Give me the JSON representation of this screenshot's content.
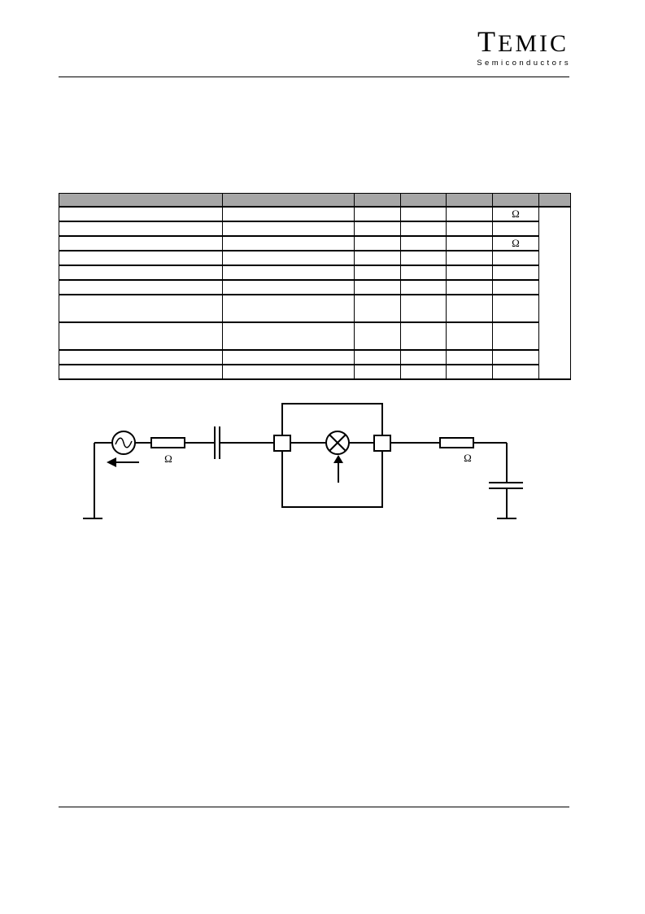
{
  "header": {
    "logo_initial": "T",
    "logo_rest": "EMIC",
    "logo_sub": "Semiconductors"
  },
  "table": {
    "headers": [
      "",
      "",
      "",
      "",
      "",
      "",
      ""
    ],
    "rows": [
      {
        "cells": [
          "",
          "",
          "",
          "",
          "",
          "Ω"
        ],
        "tall": false
      },
      {
        "cells": [
          "",
          "",
          "",
          "",
          "",
          ""
        ],
        "tall": false
      },
      {
        "cells": [
          "",
          "",
          "",
          "",
          "",
          "Ω"
        ],
        "tall": false
      },
      {
        "cells": [
          "",
          "",
          "",
          "",
          "",
          ""
        ],
        "tall": false
      },
      {
        "cells": [
          "",
          "",
          "",
          "",
          "",
          ""
        ],
        "tall": false
      },
      {
        "cells": [
          "",
          "",
          "",
          "",
          "",
          ""
        ],
        "tall": false
      },
      {
        "cells": [
          "",
          "",
          "",
          "",
          "",
          ""
        ],
        "tall": true
      },
      {
        "cells": [
          "",
          "",
          "",
          "",
          "",
          ""
        ],
        "tall": true
      },
      {
        "cells": [
          "",
          "",
          "",
          "",
          "",
          ""
        ],
        "tall": false
      },
      {
        "cells": [
          "",
          "",
          "",
          "",
          "",
          ""
        ],
        "tall": false
      }
    ]
  },
  "circuit": {
    "source_resistor_unit": "Ω",
    "load_resistor_unit": "Ω"
  }
}
